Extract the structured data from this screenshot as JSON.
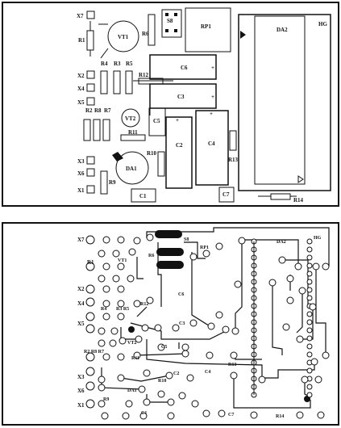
{
  "top_panel": {
    "labels": {
      "x7": "X7",
      "r1": "R1",
      "vt1": "VT1",
      "r6": "R6",
      "s8": "S8",
      "rp1": "RP1",
      "da2": "DA2",
      "hg": "HG",
      "r4": "R4",
      "r3": "R3",
      "r5": "R5",
      "c6": "C6",
      "x2": "X2",
      "x4": "X4",
      "x5": "X5",
      "r12": "R12",
      "c3": "C3",
      "r2": "R2",
      "r8": "R8",
      "r7": "R7",
      "vt2": "VT2",
      "c5": "C5",
      "r11": "R11",
      "c2": "C2",
      "c4": "C4",
      "r10": "R10",
      "r13": "R13",
      "x3": "X3",
      "x6": "X6",
      "da1": "DA1",
      "r9": "R9",
      "x1": "X1",
      "c1": "C1",
      "c7": "C7",
      "r14": "R14"
    }
  },
  "bottom_panel": {
    "labels": {
      "x7": "X7",
      "s8": "S8",
      "rp1": "RP1",
      "da2": "DA2",
      "hg": "HG",
      "r1": "R1",
      "vt1": "VT1",
      "r6": "R6",
      "x2": "X2",
      "c6": "C6",
      "x4": "X4",
      "r4": "R4",
      "r3r5": "R3 R5",
      "r12": "R12",
      "x5": "X5",
      "c3": "C3",
      "r2r8r7": "R2 R8 R7",
      "vt2": "VT2",
      "c5": "C5",
      "r11": "R11",
      "r13": "R13",
      "x3": "X3",
      "c2": "C2",
      "c4": "C4",
      "r10": "R10",
      "x6": "X6",
      "da1": "DA1",
      "r9": "R9",
      "x1": "X1",
      "c1": "C1",
      "c7": "C7",
      "r14": "R14"
    }
  }
}
